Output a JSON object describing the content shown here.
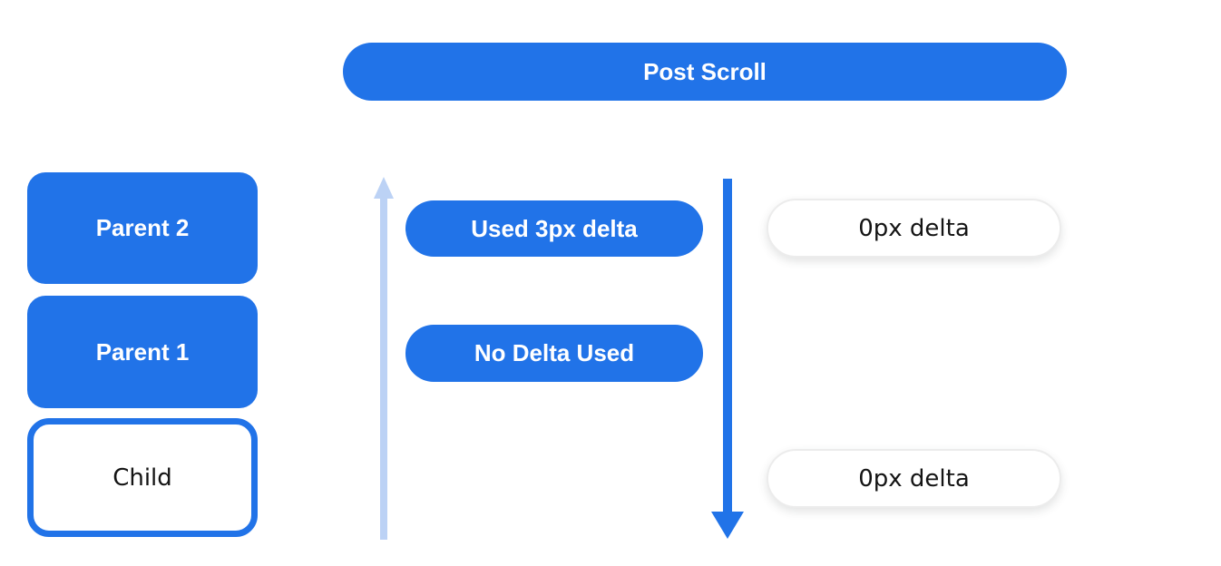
{
  "diagram": {
    "title": "Post Scroll",
    "nodes": {
      "parent2": "Parent 2",
      "parent1": "Parent 1",
      "child": "Child"
    },
    "deltas": {
      "used": "Used 3px delta",
      "none": "No Delta Used",
      "right_top": "0px delta",
      "right_bottom": "0px delta"
    },
    "icons": {
      "up_arrow": "up-arrow-icon",
      "down_arrow": "down-arrow-icon"
    },
    "colors": {
      "primary_blue": "#2173e8",
      "light_blue": "#bcd2f5",
      "pill_border": "#ececec",
      "text_dark": "#141414",
      "background": "#ffffff"
    }
  }
}
